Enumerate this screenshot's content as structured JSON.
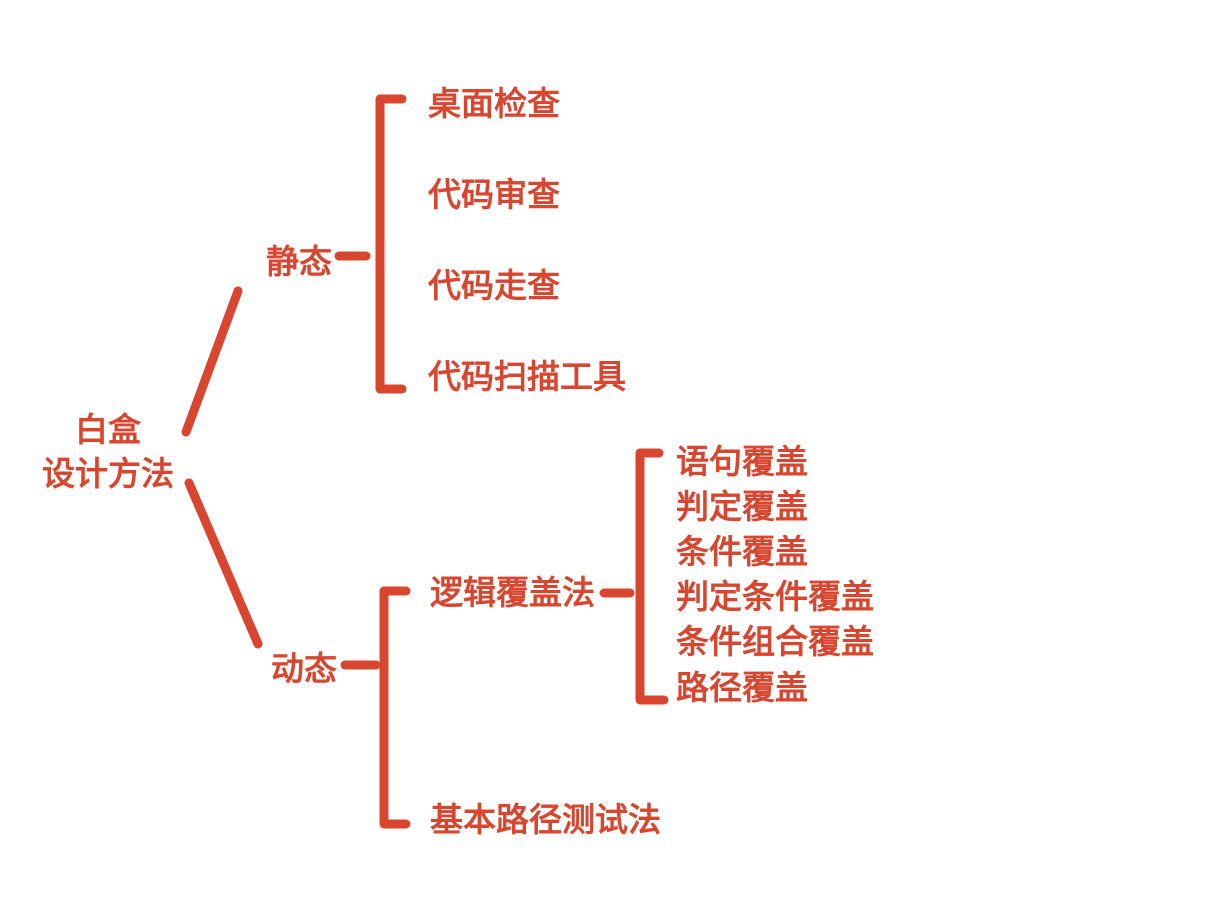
{
  "colors": {
    "accent": "#d8462f",
    "background": "#ffffff"
  },
  "root": {
    "line1": "白盒",
    "line2": "设计方法"
  },
  "static_branch": {
    "label": "静态",
    "items": [
      "桌面检查",
      "代码审查",
      "代码走查",
      "代码扫描工具"
    ]
  },
  "dynamic_branch": {
    "label": "动态",
    "logic_coverage": {
      "label": "逻辑覆盖法",
      "items": [
        "语句覆盖",
        "判定覆盖",
        "条件覆盖",
        "判定条件覆盖",
        "条件组合覆盖",
        "路径覆盖"
      ]
    },
    "basic_path": {
      "label": "基本路径测试法"
    }
  }
}
